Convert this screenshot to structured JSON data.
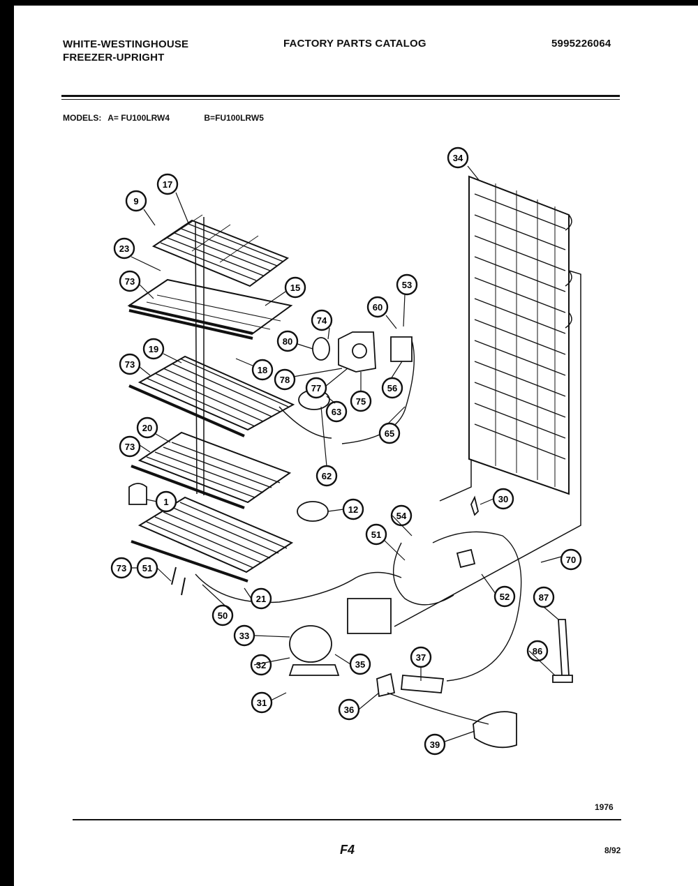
{
  "header": {
    "brand_line1": "WHITE-WESTINGHOUSE",
    "brand_line2": "FREEZER-UPRIGHT",
    "catalog_title": "FACTORY PARTS CATALOG",
    "part_number": "5995226064"
  },
  "models": {
    "label": "MODELS:",
    "model_a": "A= FU100LRW4",
    "model_b": "B=FU100LRW5"
  },
  "callouts": [
    "34",
    "17",
    "9",
    "23",
    "73",
    "15",
    "53",
    "60",
    "74",
    "80",
    "78",
    "77",
    "75",
    "56",
    "65",
    "63",
    "62",
    "19",
    "18",
    "73",
    "20",
    "73",
    "1",
    "12",
    "30",
    "54",
    "51",
    "70",
    "52",
    "87",
    "86",
    "73",
    "51",
    "21",
    "50",
    "33",
    "32",
    "35",
    "37",
    "31",
    "36",
    "39"
  ],
  "footer": {
    "code": "1976",
    "page_label": "F4",
    "date": "8/92"
  }
}
